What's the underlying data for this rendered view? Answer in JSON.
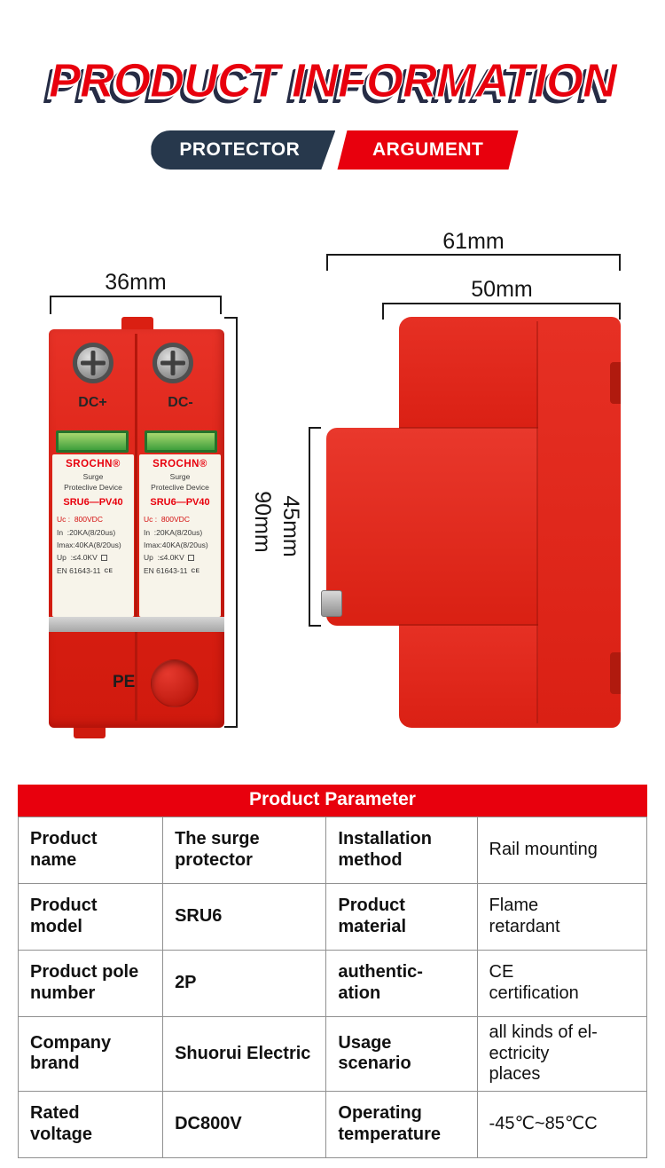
{
  "title": "PRODUCT INFORMATION",
  "tabs": {
    "left": "PROTECTOR",
    "right": "ARGUMENT"
  },
  "colors": {
    "accent_red": "#e8000d",
    "tab_navy": "#27384c",
    "device_red": "#da1f12",
    "indicator_green": "#3e9e3c"
  },
  "front_view": {
    "dim_36": "36mm",
    "dim_90": "90mm",
    "terminal_plus": "DC+",
    "terminal_minus": "DC-",
    "label": {
      "brand": "SROCHN®",
      "surge": "Surge",
      "device": "Proteclive Device",
      "model": "SRU6—PV40",
      "uc": "Uc :  800VDC",
      "in": "In  :20KA(8/20us)",
      "imax": "Imax:40KA(8/20us)",
      "up": "Up  :≤4.0KV",
      "en": "EN 61643-11",
      "ce": "CE"
    },
    "pe": "PE"
  },
  "side_view": {
    "dim_61": "61mm",
    "dim_50": "50mm",
    "dim_45": "45mm"
  },
  "table": {
    "header": "Product Parameter",
    "rows": [
      {
        "c1": "Product name",
        "c2": "The surge protector",
        "c3": "Installation method",
        "c4": "Rail mounting"
      },
      {
        "c1": "Product model",
        "c2": "SRU6",
        "c3": "Product material",
        "c4": "Flame retardant"
      },
      {
        "c1": "Product pole number",
        "c2": "2P",
        "c3": "authentic-ation",
        "c4": "CE certification"
      },
      {
        "c1": "Company brand",
        "c2": "Shuorui Electric",
        "c3": "Usage scenario",
        "c4": "all kinds of el-ectricity places"
      },
      {
        "c1": "Rated voltage",
        "c2": "DC800V",
        "c3": "Operating temperature",
        "c4": "-45℃~85℃C"
      }
    ]
  }
}
